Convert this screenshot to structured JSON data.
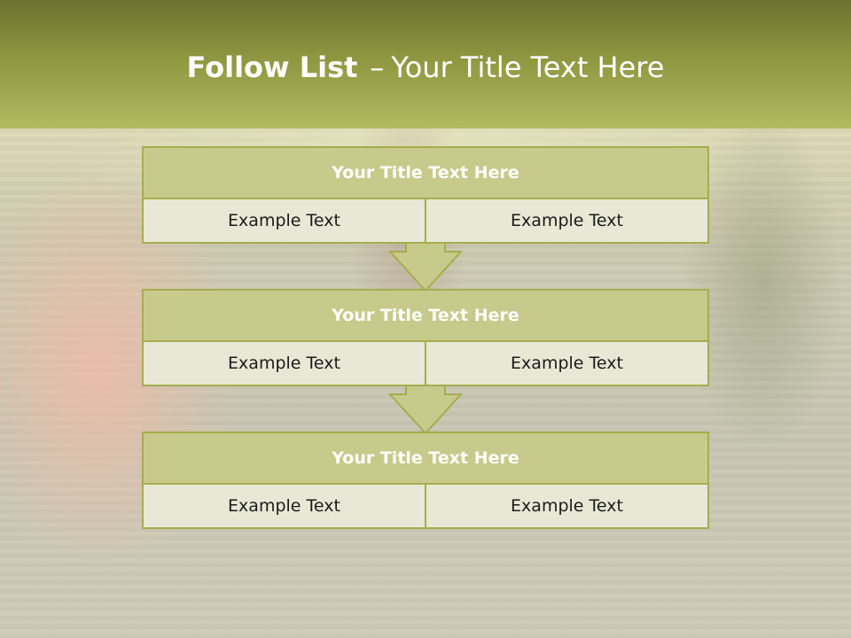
{
  "header": {
    "title_bold": "Follow List",
    "title_sep": "–",
    "title_rest": "Your Title Text Here"
  },
  "blocks": [
    {
      "title": "Your Title Text Here",
      "left": "Example Text",
      "right": "Example Text"
    },
    {
      "title": "Your Title Text Here",
      "left": "Example Text",
      "right": "Example Text"
    },
    {
      "title": "Your Title Text Here",
      "left": "Example Text",
      "right": "Example Text"
    }
  ],
  "colors": {
    "header_dark": "#6d7230",
    "header_light": "#b2bb60",
    "box_header": "#c7ca8a",
    "box_cell": "#e7e9d6",
    "border": "#a6ad4e"
  }
}
